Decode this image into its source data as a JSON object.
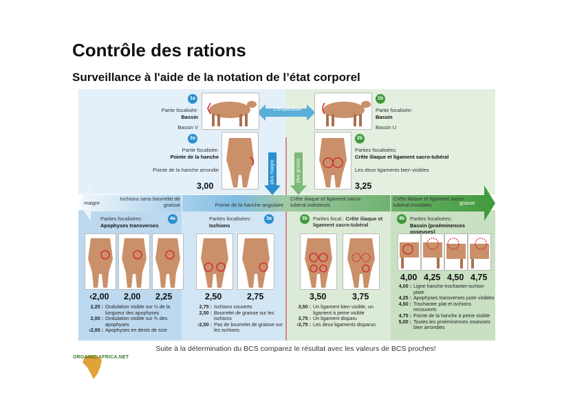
{
  "title": "Contrôle des rations",
  "subtitle": "Surveillance à l'aide de la notation de l’état corporel",
  "compare_label": "Comparaison",
  "panel_1a": {
    "badge": "1a",
    "focus_label": "Partie focalisée:",
    "focus": "Bassin",
    "shape": "Bassin V"
  },
  "panel_1b": {
    "badge": "1b",
    "focus_label": "Partie focalisée:",
    "focus": "Bassin",
    "shape": "Bassin U"
  },
  "panel_2a": {
    "badge": "2a",
    "focus_label": "Partie focalisée:",
    "focus": "Pointe de la hanche",
    "detail": "Pointe de la hanche arrondie",
    "score": "3,00"
  },
  "panel_2b": {
    "badge": "2b",
    "focus_label": "Parties focalisées:",
    "focus": "Crête iliaque et ligament sacro-tubéral",
    "detail": "Les deux ligaments bien visibles",
    "score": "3,25"
  },
  "arrow": {
    "left_label": "maigre",
    "right_label": "grasse",
    "down_blue": "plus maigre",
    "down_green": "plus grasse",
    "seg_4a": "Ischions sans bourrelet de graisse",
    "seg_3a": "Pointe de la hanche angulaire",
    "seg_3b": "Crête iliaque et ligament sacro-tubéral indistincts",
    "seg_4b": "Crête iliaque et ligament sacro-tubéral invisibles"
  },
  "panel_4a": {
    "badge": "4a",
    "focus_label": "Parties focalisées:",
    "focus": "Apophyses transverses",
    "scores": [
      "‹2,00",
      "2,00",
      "2,25"
    ],
    "legend": [
      {
        "k": "2,25 :",
        "v": "Ondulation visible sur ½ de la longueur des apophyses"
      },
      {
        "k": "2,00 :",
        "v": "Ondulation visible sur ¾ des apophyses"
      },
      {
        "k": "‹2,00 :",
        "v": "Apophyses en dents de scie"
      }
    ]
  },
  "panel_3a": {
    "badge": "3a",
    "focus_label": "Parties focalisées:",
    "focus": "Ischions",
    "scores": [
      "2,50",
      "2,75"
    ],
    "legend": [
      {
        "k": "2,75 :",
        "v": "Ischions couverts"
      },
      {
        "k": "2,50 :",
        "v": "Bourrelet de graisse sur les ischions"
      },
      {
        "k": "‹2,50 :",
        "v": "Pas de bourrelet de graisse sur les ischions"
      }
    ]
  },
  "panel_3b": {
    "badge": "3b",
    "focus_label": "Parties focal.:",
    "focus": "Crête iliaque et ligament sacro-tubéral",
    "scores": [
      "3,50",
      "3,75"
    ],
    "legend": [
      {
        "k": "3,50 :",
        "v": "Un ligament bien visible, un ligament à peine visible"
      },
      {
        "k": "3,75 :",
        "v": "Un ligament disparu"
      },
      {
        "k": "›3,75 :",
        "v": "Les deux ligaments disparus"
      }
    ]
  },
  "panel_4b": {
    "badge": "4b",
    "focus_label": "Parties focalisées:",
    "focus": "Bassin (proéminences osseuses)",
    "scores": [
      "4,00",
      "4,25",
      "4,50",
      "4,75"
    ],
    "legend": [
      {
        "k": "4,00 :",
        "v": "Ligne hanche-trochanter-ischion plate"
      },
      {
        "k": "4,25 :",
        "v": "Apophyses transverses juste visibles"
      },
      {
        "k": "4,50 :",
        "v": "Trochanter plat et ischions recouverts"
      },
      {
        "k": "4,75 :",
        "v": "Pointe de la hanche à peine visible"
      },
      {
        "k": "5,00 :",
        "v": "Toutes les proéminences osseuses bien arrondies"
      }
    ]
  },
  "footer_note": "Suite à la détermination du BCS comparez le résultat avec les valeurs de BCS proches!",
  "logo_text": "ORGANIC-AFRICA.NET",
  "colors": {
    "blue": "#2a8fcf",
    "green": "#3f9a3a",
    "red": "#d0202a",
    "cow": "#c9906a"
  }
}
